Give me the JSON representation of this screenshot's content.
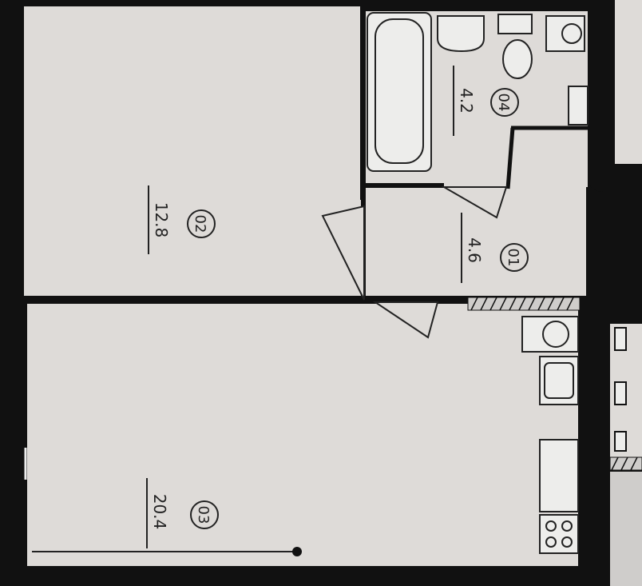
{
  "rooms": [
    {
      "id": "01",
      "area": "4.6"
    },
    {
      "id": "02",
      "area": "12.8"
    },
    {
      "id": "03",
      "area": "20.4"
    },
    {
      "id": "04",
      "area": "4.2"
    }
  ],
  "colors": {
    "wall": "#111111",
    "floor": "#dedbd8",
    "fixture": "#ededeb",
    "line": "#222222"
  }
}
